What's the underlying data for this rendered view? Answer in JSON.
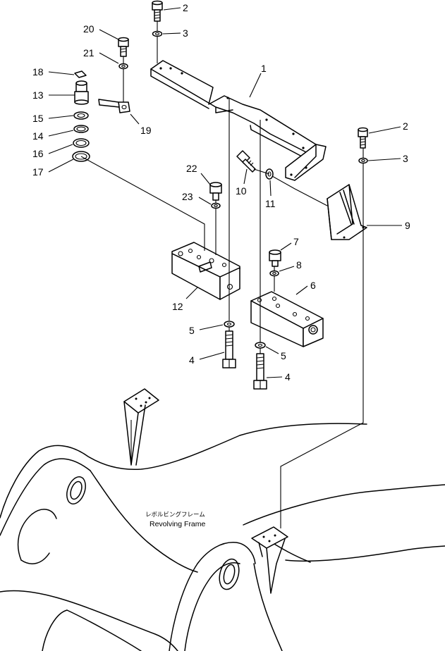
{
  "callouts": {
    "c1": "1",
    "c2a": "2",
    "c2b": "2",
    "c3a": "3",
    "c3b": "3",
    "c4a": "4",
    "c4b": "4",
    "c5a": "5",
    "c5b": "5",
    "c6": "6",
    "c7": "7",
    "c8": "8",
    "c9": "9",
    "c10": "10",
    "c11": "11",
    "c12": "12",
    "c13": "13",
    "c14": "14",
    "c15": "15",
    "c16": "16",
    "c17": "17",
    "c18": "18",
    "c19": "19",
    "c20": "20",
    "c21": "21",
    "c22": "22",
    "c23": "23"
  },
  "frame_label": {
    "japanese": "レボルビングフレーム",
    "english": "Revolving Frame"
  }
}
